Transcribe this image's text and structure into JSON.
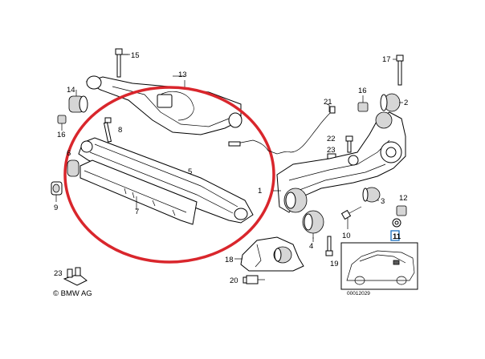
{
  "callouts": {
    "c15": "15",
    "c13": "13",
    "c14": "14",
    "c16a": "16",
    "c8": "8",
    "c6": "6",
    "c5": "5",
    "c7": "7",
    "c9": "9",
    "c21": "21",
    "c22": "22",
    "c23b": "23",
    "c16b": "16",
    "c1": "1",
    "c17": "17",
    "c2": "2",
    "c3": "3",
    "c4": "4",
    "c10": "10",
    "c12": "12",
    "c11": "11",
    "c18": "18",
    "c19": "19",
    "c20": "20",
    "c23a": "23"
  },
  "copyright": "© BMW AG",
  "diagram_id": "00012029",
  "colors": {
    "highlight_ring": "#d9262c",
    "highlight_box": "#1a6fc0"
  }
}
